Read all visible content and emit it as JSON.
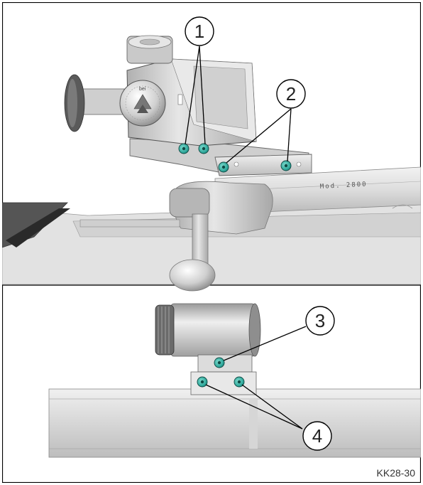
{
  "figure_id": "KK28-30",
  "receiver_engraving": "Mod. 2800",
  "sight_brand": "bei",
  "callouts": [
    "1",
    "2",
    "3",
    "4"
  ],
  "colors": {
    "screw": "#2fa89b",
    "screw_dark": "#156b62",
    "frame": "#000000",
    "metal_light": "#e4e4e4",
    "metal_mid": "#c4c4c4",
    "metal_dark": "#8d8d8d"
  }
}
